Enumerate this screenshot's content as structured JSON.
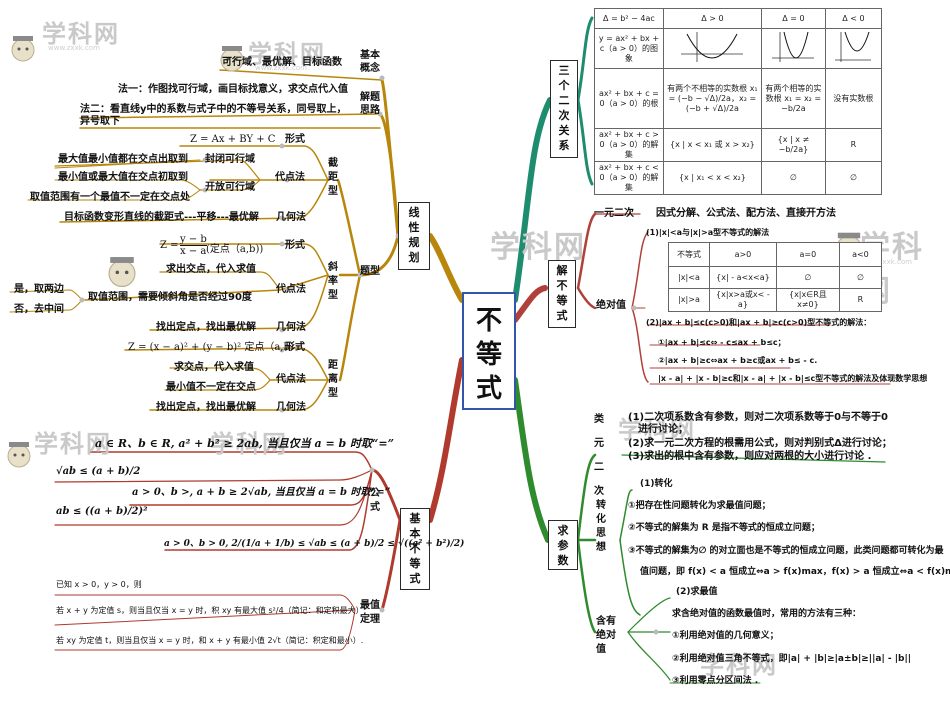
{
  "center": {
    "chars": [
      "不",
      "等",
      "式"
    ]
  },
  "watermark": {
    "text": "学科网",
    "url": "www.zxxk.com"
  },
  "linear": {
    "title": [
      "线",
      "性",
      "规",
      "划"
    ],
    "basic": {
      "title": [
        "基本",
        "概念"
      ],
      "text": "可行域、最优解、目标函数"
    },
    "method": {
      "title": [
        "解题",
        "思路"
      ],
      "m1": "法一：作图找可行域，画目标找意义，求交点代入值",
      "m2a": "法二：看直线y中的系数与式子中的不等号关系，同号取上，",
      "m2b": "异号取下"
    },
    "types": {
      "title": "题型",
      "intercept": {
        "title": [
          "截",
          "距",
          "型"
        ],
        "form_label": "形式",
        "form": "Z = Ax + BY + C",
        "point_label": "代点法",
        "p1": "封闭可行域",
        "p2": "开放可行域",
        "l1": "最大值最小值都在交点出取到",
        "l2": "最小值或最大值在交点初取到",
        "l3": "取值范围有一个最值不一定在交点处",
        "geo_label": "几何法",
        "geo": "目标函数变形直线的截距式---平移---最优解"
      },
      "slope": {
        "title": [
          "斜",
          "率",
          "型"
        ],
        "form_label": "形式",
        "form_pre": "Z =",
        "form_num": "y − b",
        "form_den": "x − a",
        "form_post": "(定点（a,b))",
        "point_label": "代点法",
        "p1": "求出交点，代入求值",
        "p2": "取值范围，需要倾斜角是否经过90度",
        "side1": "是，取两边",
        "side2": "否，去中间",
        "geo_label": "几何法",
        "geo": "找出定点，找出最优解"
      },
      "distance": {
        "title": [
          "距",
          "离",
          "型"
        ],
        "form_label": "形式",
        "form": "Z = (x − a)² + (y − b)² 定点（a,b）",
        "point_label": "代点法",
        "p1": "求交点，代入求值",
        "p2": "最小值不一定在交点",
        "geo_label": "几何法",
        "geo": "找出定点，找出最优解"
      }
    }
  },
  "basic_ineq": {
    "title": [
      "基",
      "本",
      "不",
      "等",
      "式"
    ],
    "formula": {
      "title": [
        "公",
        "式"
      ],
      "f1": "a ∈ R、b ∈ R, a² + b² ≥ 2ab, 当且仅当 a = b 时取“=”",
      "f2": "√ab ≤ (a + b)/2",
      "f3": "ab ≤ ((a + b)/2)²",
      "f4": "a > 0、b >, a + b ≥ 2√ab, 当且仅当 a = b 时取“=”",
      "f5": "a > 0、b > 0, 2/(1/a + 1/b) ≤ √ab ≤ (a + b)/2 ≤ √((a² + b²)/2)"
    },
    "extreme": {
      "title": [
        "最值",
        "定理"
      ],
      "e0": "已知 x > 0，y > 0，则",
      "e1": "若 x + y 为定值 s，则当且仅当 x = y 时，积 xy 有最大值 s²/4（简记：和定积最大）;",
      "e2": "若 xy 为定值 t，则当且仅当 x = y 时，和 x + y 有最小值 2√t（简记：积定和最小）."
    }
  },
  "three": {
    "title": [
      "三",
      "个",
      "二",
      "次",
      "关",
      "系"
    ],
    "table": {
      "h0": "Δ = b² − 4ac",
      "h1": "Δ > 0",
      "h2": "Δ = 0",
      "h3": "Δ < 0",
      "r1": "y = ax² + bx + c（a > 0）的图象",
      "r2": "ax² + bx + c = 0（a > 0）的根",
      "r2c1": "有两个不相等的实数根 x₁ = (−b − √Δ)/2a，x₂ = (−b + √Δ)/2a",
      "r2c2": "有两个相等的实数根 x₁ = x₂ = −b/2a",
      "r2c3": "没有实数根",
      "r3": "ax² + bx + c > 0（a > 0）的解集",
      "r3c1": "{x | x < x₁ 或 x > x₂}",
      "r3c2": "{x | x ≠ −b/2a}",
      "r3c3": "R",
      "r4": "ax² + bx + c < 0（a > 0）的解集",
      "r4c1": "{x | x₁ < x < x₂}",
      "r4c2": "∅",
      "r4c3": "∅"
    }
  },
  "solve": {
    "title": [
      "解",
      "不",
      "等",
      "式"
    ],
    "quad": {
      "label": "一元二次",
      "text": "因式分解、公式法、配方法、直接开方法"
    },
    "abs": {
      "label": "绝对值",
      "sub1": "(1)|x|<a与|x|>a型不等式的解法",
      "tbl": {
        "h0": "不等式",
        "h1": "a>0",
        "h2": "a=0",
        "h3": "a<0",
        "r1": "|x|<a",
        "r1c1": "{x| - a<x<a}",
        "r1c2": "∅",
        "r1c3": "∅",
        "r2": "|x|>a",
        "r2c1": "{x|x>a或x< - a}",
        "r2c2": "{x|x∈R且x≠0}",
        "r2c3": "R"
      },
      "sub2": "(2)|ax + b|≤c(c>0)和|ax + b|≥c(c>0)型不等式的解法：",
      "a1": "①|ax + b|≤c⇔ - c≤ax + b≤c；",
      "a2": "②|ax + b|≥c⇔ax + b≥c或ax + b≤ - c.",
      "a3": "|x - a| + |x - b|≥c和|x - a| + |x - b|≤c型不等式的解法及体现数学思想"
    }
  },
  "param": {
    "title": [
      "求",
      "参",
      "数"
    ],
    "disc": {
      "title": "类 元二次",
      "t1a": "(1)二次项系数含有参数，则对二次项系数等于0与不等于0",
      "t1b": "进行讨论；",
      "t2": "(2)求一元二次方程的根需用公式，则对判别式Δ进行讨论；",
      "t3": "(3)求出的根中含有参数，则应对两根的大小进行讨论 ."
    },
    "trans": {
      "title": [
        "转",
        "化",
        "思",
        "想"
      ],
      "t0": "(1)转化",
      "t1": "①把存在性问题转化为求最值问题；",
      "t2": "②不等式的解集为 R 是指不等式的恒成立问题；",
      "t3a": "③不等式的解集为∅ 的对立面也是不等式的恒成立问题，此类问题都可转化为最",
      "t3b": "值问题，即 f(x) < a 恒成立⇔a > f(x)max，f(x) > a 恒成立⇔a < f(x)min."
    },
    "absval": {
      "title": [
        "含有",
        "绝对",
        "值"
      ],
      "t0": "(2)求最值",
      "t1": "求含绝对值的函数最值时，常用的方法有三种：",
      "t2": "①利用绝对值的几何意义；",
      "t3": "②利用绝对值三角不等式，即|a| + |b|≥|a±b|≥||a| - |b||",
      "t4": "③利用零点分区间法 ."
    }
  }
}
